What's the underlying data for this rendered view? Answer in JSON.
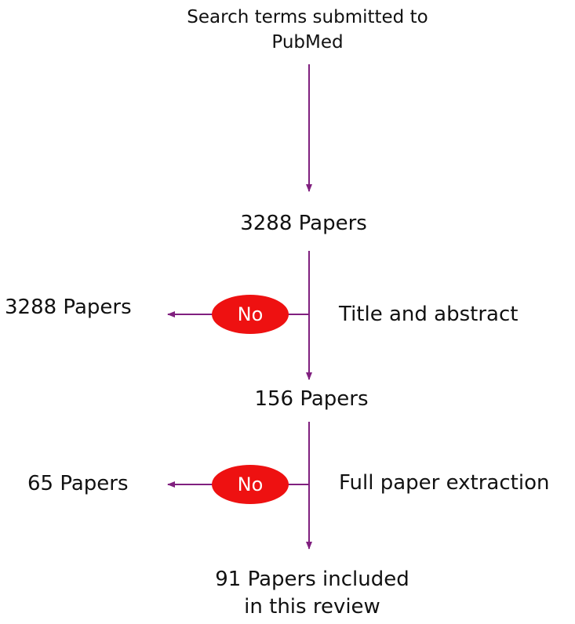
{
  "colors": {
    "arrow": "#80207f",
    "no_badge": "#ee1111",
    "text": "#111111"
  },
  "nodes": {
    "search": [
      "Search terms submitted to",
      "PubMed"
    ],
    "total": "3288 Papers",
    "after_screening": "156 Papers",
    "final": [
      "91 Papers included",
      "in this review"
    ],
    "excluded_1": "3288 Papers",
    "excluded_2": "65 Papers"
  },
  "stages": {
    "screening": "Title and abstract",
    "extraction": "Full paper extraction"
  },
  "decisions": {
    "screening": "No",
    "extraction": "No"
  }
}
